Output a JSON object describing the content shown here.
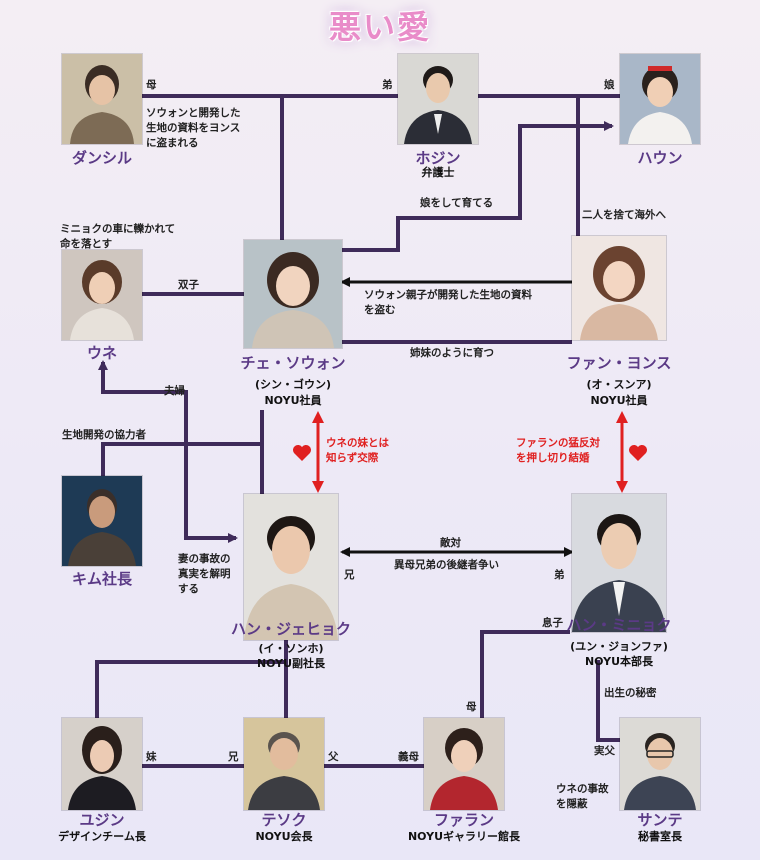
{
  "title": "悪い愛",
  "people": {
    "danshiru": {
      "name": "ダンシル"
    },
    "hojin": {
      "name": "ホジン",
      "role": "弁護士"
    },
    "haun": {
      "name": "ハウン"
    },
    "une": {
      "name": "ウネ"
    },
    "soon": {
      "name": "チェ・ソウォン",
      "actor": "(シン・ゴウン)",
      "role": "NOYU社員"
    },
    "yonsu": {
      "name": "ファン・ヨンス",
      "actor": "(オ・スンア)",
      "role": "NOYU社員"
    },
    "kim": {
      "name": "キム社長"
    },
    "jehyok": {
      "name": "ハン・ジェヒョク",
      "actor": "(イ・ソンホ)",
      "role": "NOYU副社長"
    },
    "minyok": {
      "name": "ハン・ミニョク",
      "actor": "(ユン・ジョンファ)",
      "role": "NOYU本部長"
    },
    "yujin": {
      "name": "ユジン",
      "role": "デザインチーム長"
    },
    "tesok": {
      "name": "テソク",
      "role": "NOYU会長"
    },
    "faran": {
      "name": "ファラン",
      "role": "NOYUギャラリー館長"
    },
    "sante": {
      "name": "サンテ",
      "role": "秘書室長"
    }
  },
  "labels": {
    "mother1": "母",
    "younger_brother1": "弟",
    "daughter1": "娘",
    "danshiru_note": [
      "ソウォンと開発した",
      "生地の資料をヨンス",
      "に盗まれる"
    ],
    "raise_daughter": "娘をして育てる",
    "abandon": "二人を捨て海外へ",
    "une_note": [
      "ミニョクの車に轢かれて",
      "命を落とす"
    ],
    "twins": "双子",
    "stole": [
      "ソウォン親子が開発した生地の資料",
      "を盗む"
    ],
    "sisters": "姉妹のように育つ",
    "couple": "夫婦",
    "cooperator": "生地開発の協力者",
    "unaware": [
      "ウネの妹とは",
      "知らず交際"
    ],
    "against": [
      "ファランの猛反対",
      "を押し切り結婚"
    ],
    "truth": [
      "妻の事故の",
      "真実を解明",
      "する"
    ],
    "rival": "敵対",
    "rival_sub": "異母兄弟の後継者争い",
    "elder_brother": "兄",
    "younger_brother2": "弟",
    "son": "息子",
    "birth_secret": "出生の秘密",
    "mother2": "母",
    "younger_sister": "妹",
    "elder_brother2": "兄",
    "father": "父",
    "stepmother": "義母",
    "real_father": "実父",
    "cover_up": [
      "ウネの事故",
      "を隠蔽"
    ]
  },
  "colors": {
    "line": "#3f2b5a",
    "accent_red": "#e02020",
    "name_color": "#5b3a86",
    "title_color": "#e98cc9"
  }
}
